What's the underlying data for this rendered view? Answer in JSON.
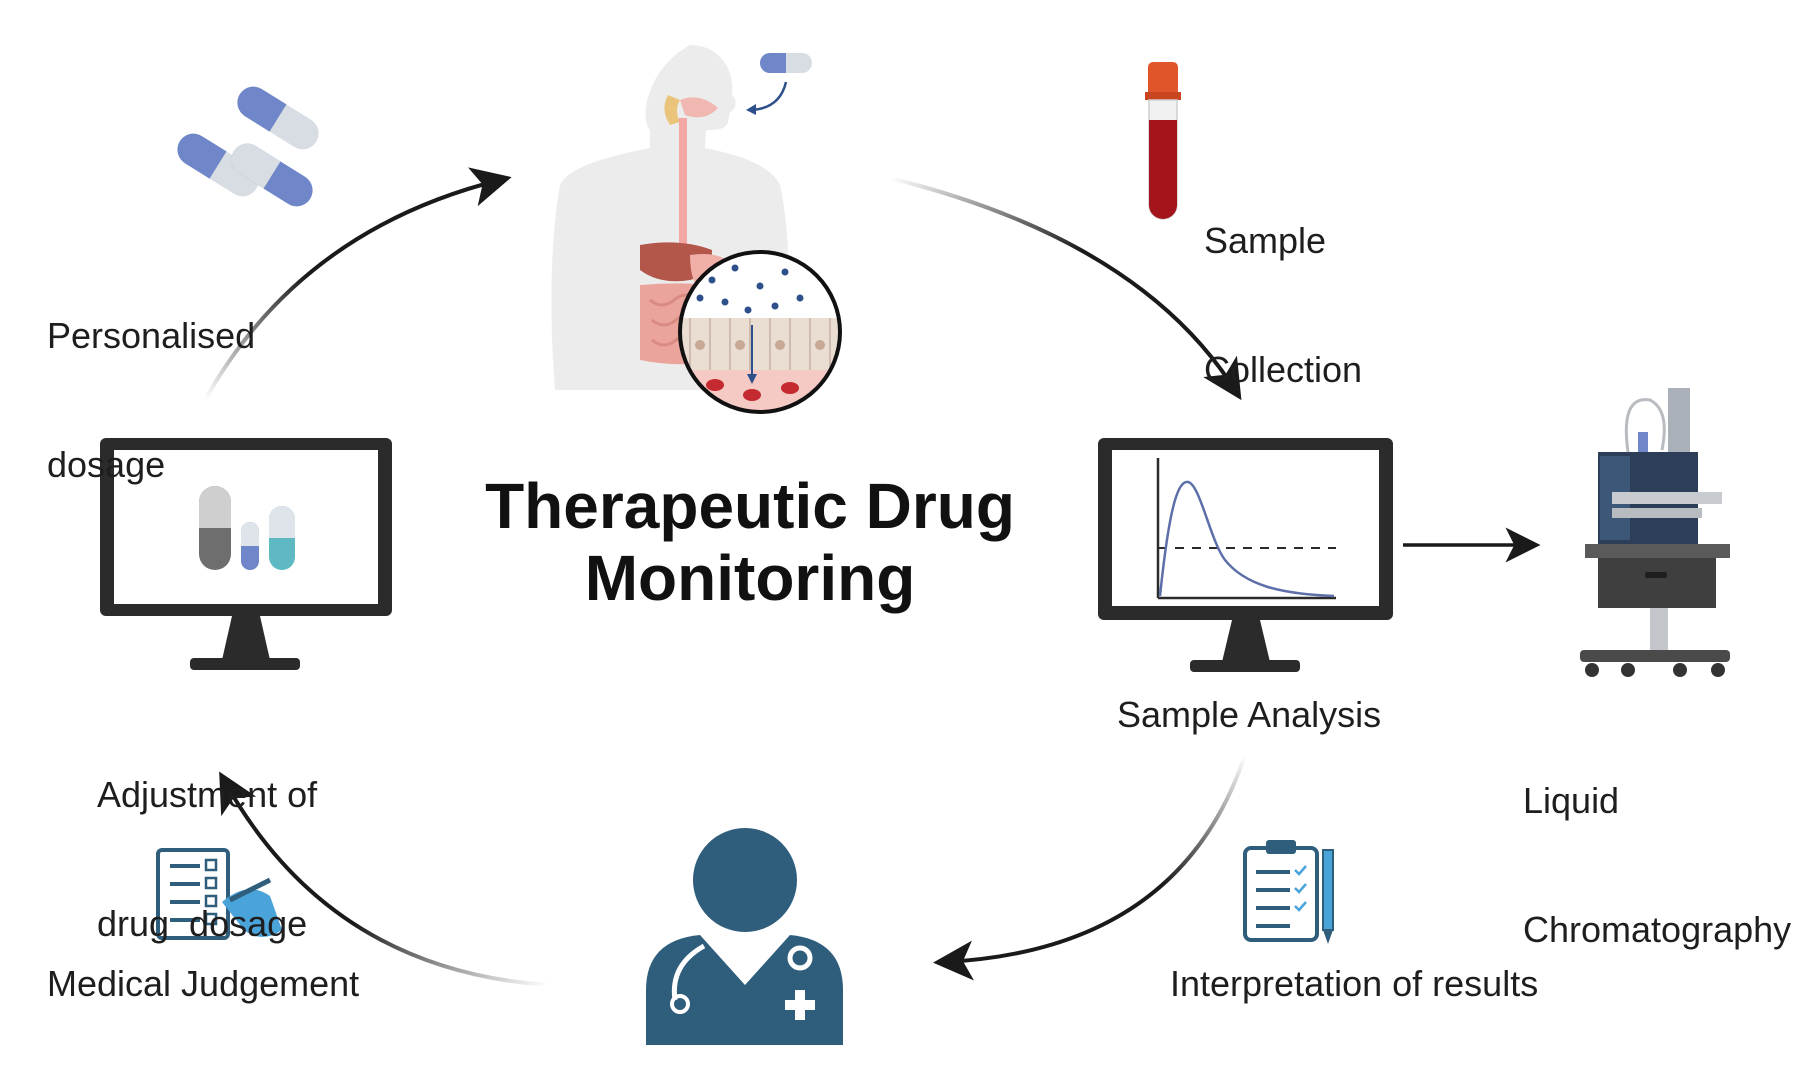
{
  "diagram": {
    "title_line1": "Therapeutic Drug",
    "title_line2": "Monitoring",
    "labels": {
      "personalised_line1": "Personalised",
      "personalised_line2": "dosage",
      "sample_collection_line1": "Sample",
      "sample_collection_line2": "Collection",
      "sample_analysis": "Sample Analysis",
      "liquid_chromatography_line1": "Liquid",
      "liquid_chromatography_line2": "Chromatography",
      "adjustment_line1": "Adjustment of",
      "adjustment_line2": "drug  dosage",
      "medical_judgement": "Medical Judgement",
      "interpretation": "Interpretation of results"
    },
    "icons": {
      "pills": "capsule-pills-icon",
      "body": "human-digestive-system-icon",
      "tube": "blood-sample-tube-icon",
      "analysis_monitor": "monitor-concentration-curve-icon",
      "lc_instrument": "liquid-chromatography-instrument-icon",
      "doctor": "doctor-icon",
      "checklist": "medical-checklist-icon",
      "clipboard": "clipboard-icon",
      "adjust_monitor": "monitor-capsules-icon"
    },
    "colors": {
      "arrow": "#1a1a1a",
      "doctor": "#2f5d7c",
      "capsule_blue": "#6f86c9",
      "capsule_teal": "#5fb9c2",
      "blood": "#a3141c",
      "cap_orange": "#e0552a",
      "monitor": "#2b2b2b",
      "curve": "#5d6fa8"
    }
  }
}
